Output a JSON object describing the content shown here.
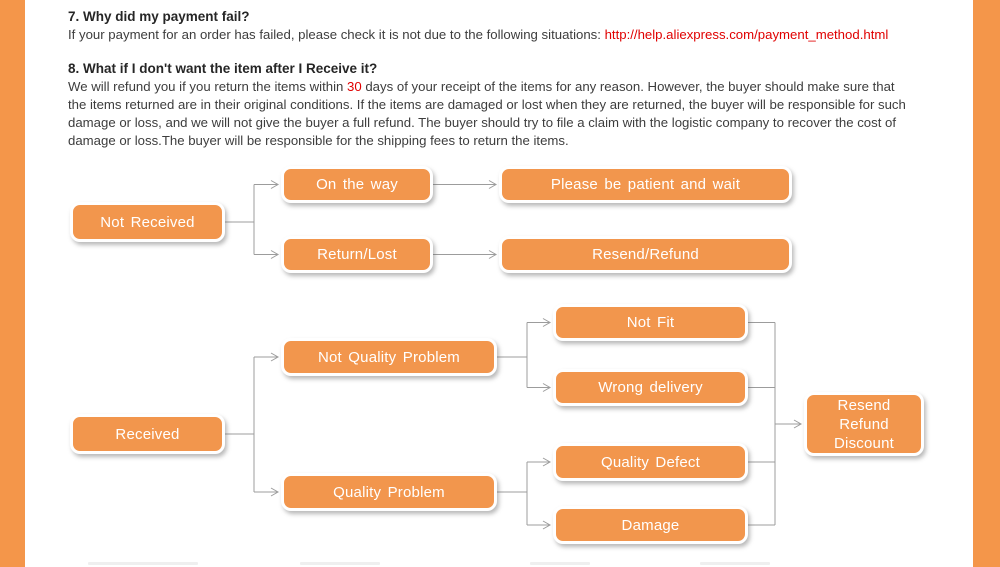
{
  "colors": {
    "node_fill": "#F2964D",
    "node_text": "#FFFFFF",
    "connector": "#9C9C9C",
    "side_strip": "#F4964A",
    "red": "#E00000",
    "heading": "#262626",
    "body": "#3D3D3D"
  },
  "faq": {
    "q7": {
      "heading": "7. Why did my payment fail?",
      "body_prefix": "If your payment for an order has failed, please check it is not due to the following  situations: ",
      "link": "http://help.aliexpress.com/payment_method.html"
    },
    "q8": {
      "heading": "8. What if I don't want the item after I Receive it?",
      "body_part1": "We will refund you if you return the items within ",
      "highlight": "30",
      "body_part2": " days of your receipt of the items for any reason. However, the buyer should make sure that the items returned are in their original conditions.  If the items are damaged or lost when they are returned, the buyer will be responsible for such damage or loss, and we will not give the buyer a full refund.  The buyer should try to file a claim with the logistic company to recover the cost of damage or loss.The buyer will be responsible for the shipping fees to return the items."
    }
  },
  "flowchart": {
    "nodes": {
      "not_received": "Not Received",
      "on_the_way": "On the way",
      "please_wait": "Please be patient and wait",
      "return_lost": "Return/Lost",
      "resend_refund": "Resend/Refund",
      "received": "Received",
      "not_quality_problem": "Not Quality Problem",
      "not_fit": "Not Fit",
      "wrong_delivery": "Wrong delivery",
      "quality_problem": "Quality Problem",
      "quality_defect": "Quality Defect",
      "damage": "Damage",
      "resend_refund_discount": "Resend\nRefund\nDiscount"
    }
  }
}
